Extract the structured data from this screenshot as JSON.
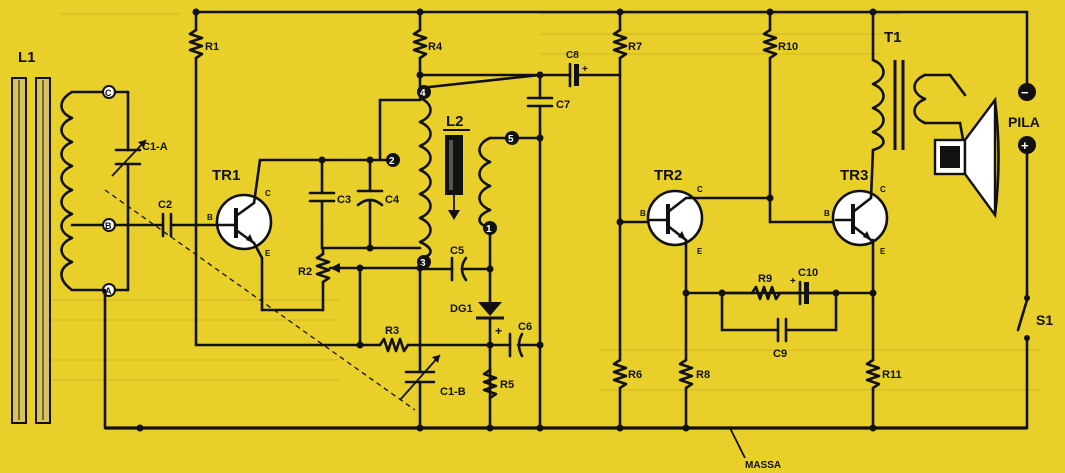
{
  "labels": {
    "L1": "L1",
    "TR1": "TR1",
    "TR2": "TR2",
    "TR3": "TR3",
    "T1": "T1",
    "L2": "L2",
    "R1": "R1",
    "R2": "R2",
    "R3": "R3",
    "R4": "R4",
    "R5": "R5",
    "R6": "R6",
    "R7": "R7",
    "R8": "R8",
    "R9": "R9",
    "R10": "R10",
    "R11": "R11",
    "C1A": "C1-A",
    "C1B": "C1-B",
    "C2": "C2",
    "C3": "C3",
    "C4": "C4",
    "C5": "C5",
    "C6": "C6",
    "C7": "C7",
    "C8": "C8",
    "C9": "C9",
    "C10": "C10",
    "DG1": "DG1",
    "PILA": "PILA",
    "S1": "S1",
    "MASSA": "MASSA"
  },
  "nodes": {
    "A": "A",
    "B": "B",
    "C": "C",
    "n1": "1",
    "n2": "2",
    "n3": "3",
    "n4": "4",
    "n5": "5"
  },
  "pins": {
    "B": "B",
    "C": "C",
    "E": "E"
  },
  "polarity": {
    "plus": "+",
    "minus": "−"
  },
  "colors": {
    "paper": "#e8cf2a",
    "ink": "#111111"
  }
}
